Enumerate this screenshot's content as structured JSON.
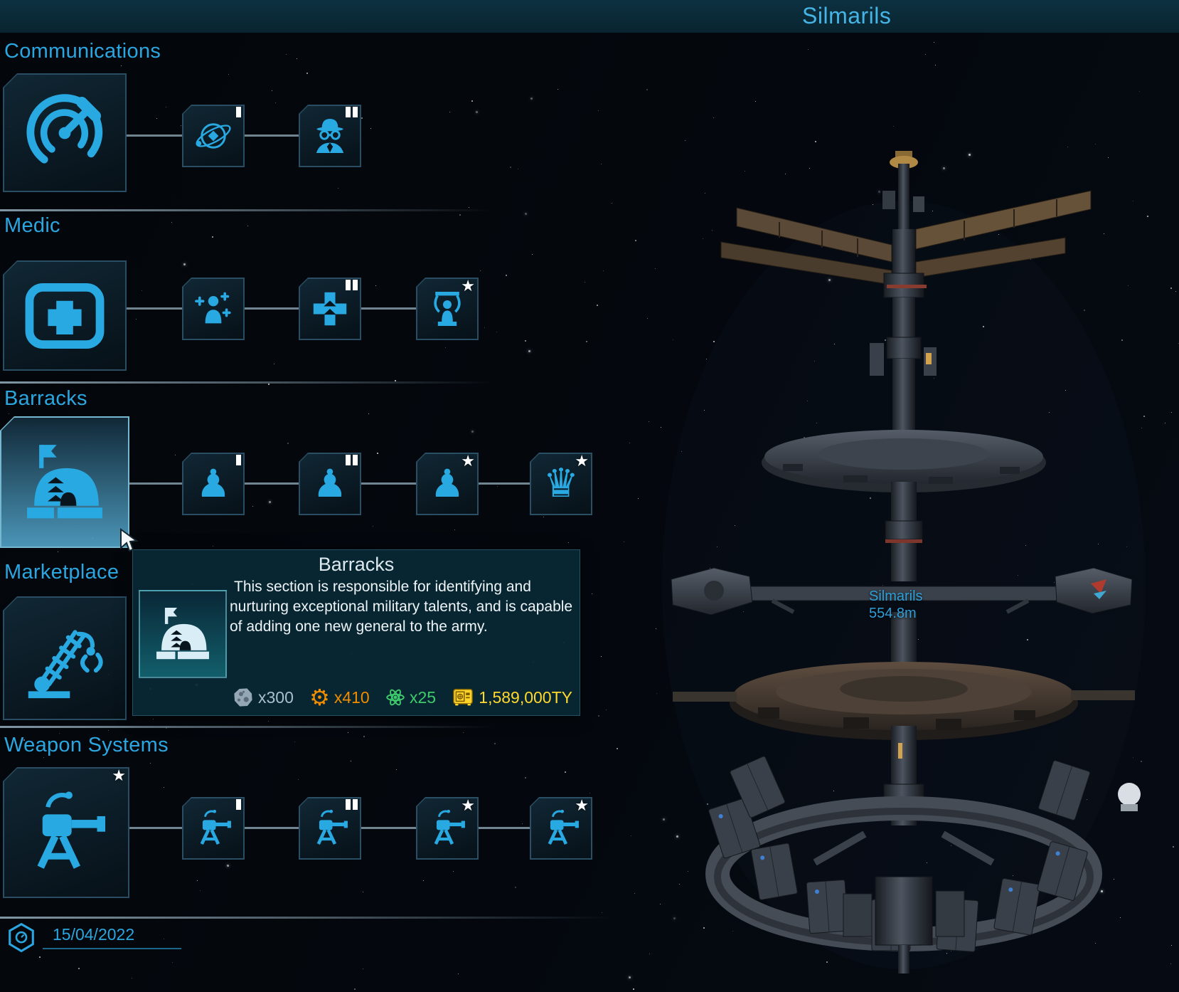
{
  "title_bar": {
    "title": "Silmarils"
  },
  "glyphs": {
    "star": "★",
    "pawn": "♟",
    "queen": "♛",
    "gear": "⚙"
  },
  "sections": [
    {
      "name": "Communications"
    },
    {
      "name": "Medic"
    },
    {
      "name": "Barracks"
    },
    {
      "name": "Marketplace"
    },
    {
      "name": "Weapon Systems"
    }
  ],
  "tooltip": {
    "title": "Barracks",
    "description": "This section is responsible for identifying and nurturing exceptional military talents, and is capable of adding one new general to the army.",
    "costs": [
      {
        "name": "asteroid",
        "label": "x300",
        "color": "#a9c0cc"
      },
      {
        "name": "gear",
        "label": "x410",
        "color": "#f08c00"
      },
      {
        "name": "atom",
        "label": "x25",
        "color": "#3ecb6c"
      },
      {
        "name": "credits",
        "label": "1,589,000TY",
        "color": "#ffd92e"
      }
    ]
  },
  "station": {
    "name": "Silmarils",
    "height": "554.8m"
  },
  "footer": {
    "date": "15/04/2022"
  },
  "accent_color": "#29a9e2"
}
